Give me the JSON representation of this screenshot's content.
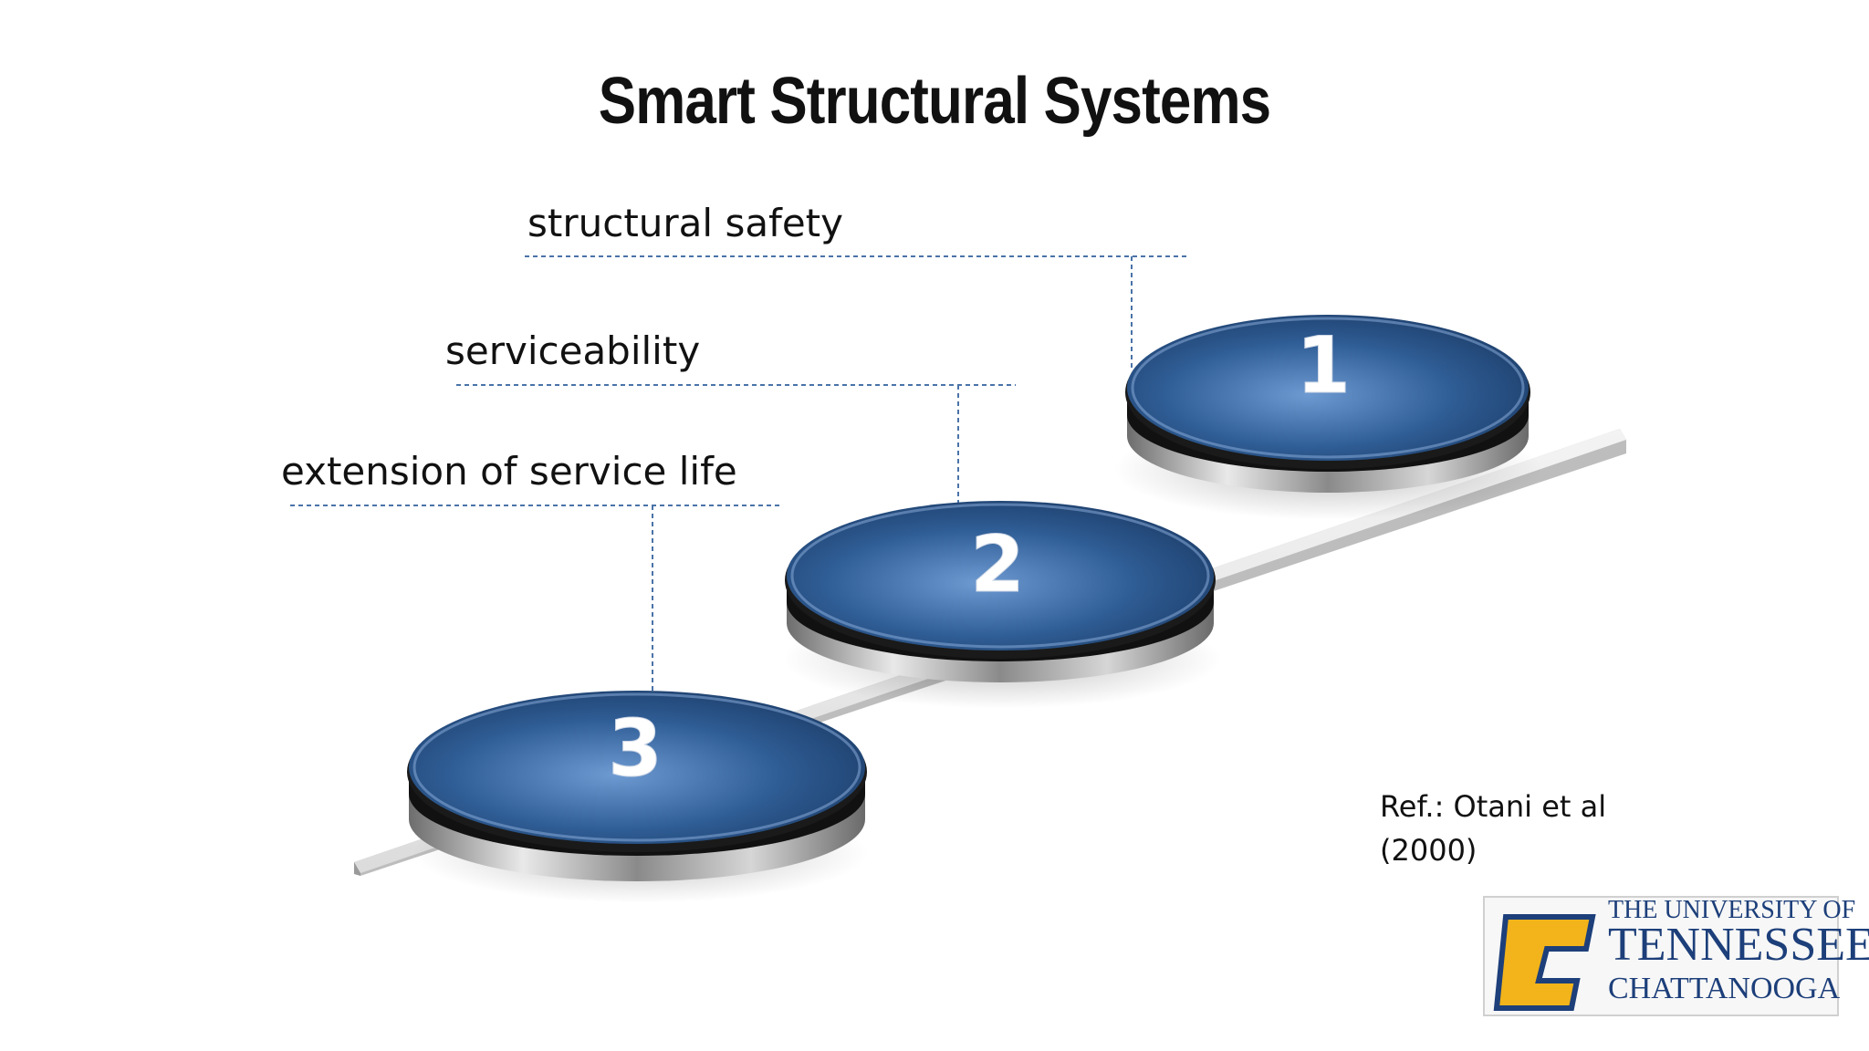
{
  "slide": {
    "title": "Smart Structural Systems",
    "steps": [
      {
        "number": "1",
        "label": "structural safety"
      },
      {
        "number": "2",
        "label": "serviceability"
      },
      {
        "number": "3",
        "label": "extension of service life"
      }
    ],
    "reference_line1": "Ref.: Otani et al",
    "reference_line2": "(2000)",
    "logo": {
      "line1": "THE UNIVERSITY OF",
      "line2": "TENNESSEE",
      "line3": "CHATTANOOGA",
      "letter": "C"
    }
  },
  "colors": {
    "disc_blue": "#2f5d95",
    "disc_blue_light": "#5d8cc8",
    "leader_line": "#4a73a8",
    "logo_blue": "#1d3f7a",
    "logo_gold": "#f2b41a"
  }
}
